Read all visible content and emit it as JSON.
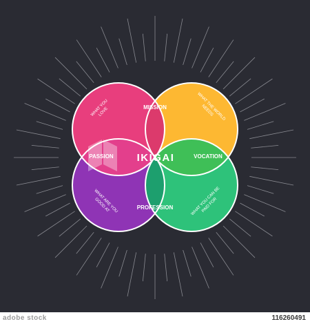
{
  "diagram": {
    "center_label": "IKIGAI",
    "intersections": {
      "mission": "MISSION",
      "passion": "PASSION",
      "vocation": "VOCATION",
      "profession": "PROFESSION"
    },
    "circles": {
      "love": {
        "line1": "WHAT YOU",
        "line2": "LOVE",
        "color": "#e83e7d"
      },
      "world": {
        "line1": "WHAT THE WORLD",
        "line2": "NEEDS",
        "color": "#fdb832"
      },
      "paid": {
        "line1": "WHAT YOU CAN BE",
        "line2": "PAID FOR",
        "color": "#2ec27a"
      },
      "good": {
        "line1": "WHAT ARE YOU",
        "line2": "GOOD AT",
        "color": "#8f34b5"
      }
    },
    "background_color": "#2a2b33"
  },
  "footer": {
    "logo": "adobe stock",
    "stock_id": "116260491"
  }
}
